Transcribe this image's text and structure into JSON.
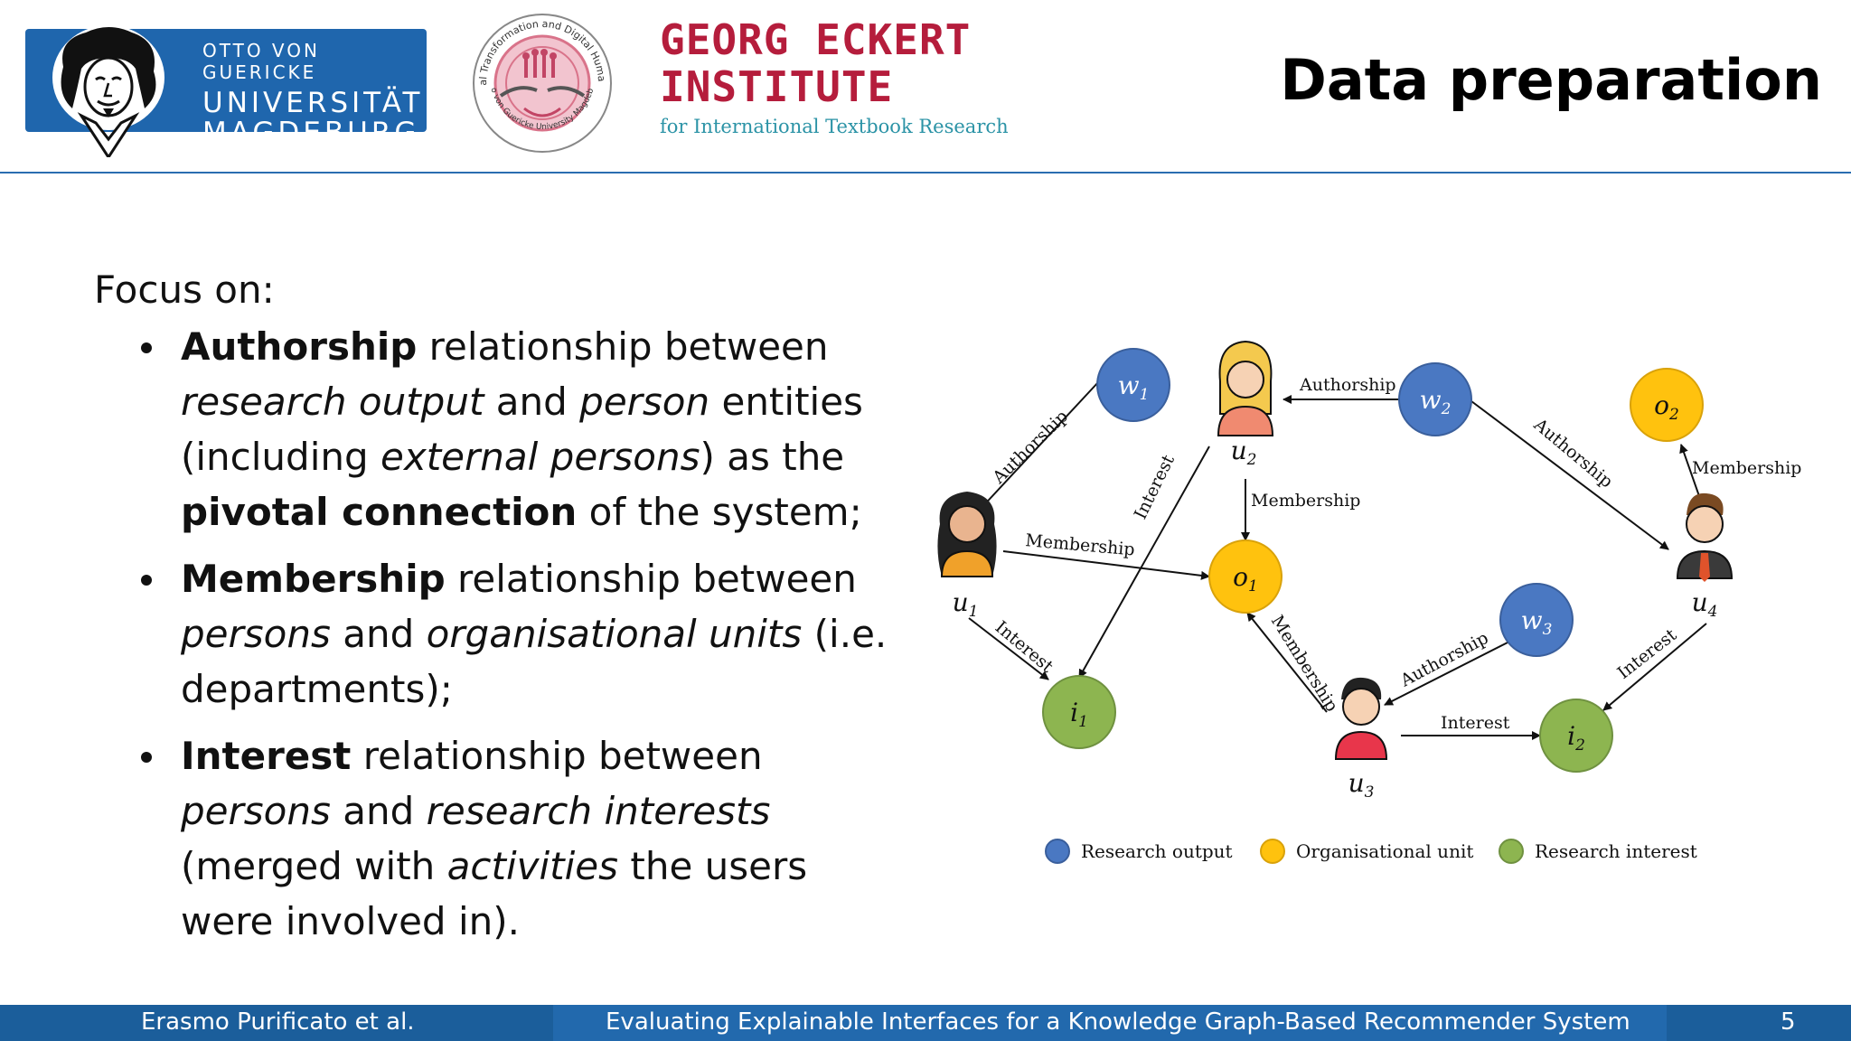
{
  "header": {
    "ovgu_line1": "OTTO VON GUERICKE",
    "ovgu_line2": "UNIVERSITÄT",
    "ovgu_line3": "MAGDEBURG",
    "seal_text_top": "Digital Transformation and Digital Humanities",
    "seal_text_bottom": "Otto von Guericke University Magdeburg",
    "gei_line1": "GEORG ECKERT",
    "gei_line2": "INSTITUTE",
    "gei_sub": "for International Textbook Research",
    "title": "Data preparation"
  },
  "content": {
    "intro": "Focus on:",
    "bullets": [
      {
        "b1": "Authorship",
        "t1": " relationship between ",
        "i1": "research output",
        "t2": " and ",
        "i2": "person",
        "t3": " entities (including ",
        "i3": "external persons",
        "t4": ") as the ",
        "b2": "pivotal connection",
        "t5": " of the system;"
      },
      {
        "b1": "Membership",
        "t1": " relationship between ",
        "i1": "persons",
        "t2": " and ",
        "i2": "organisational units",
        "t3": " (i.e. departments);"
      },
      {
        "b1": "Interest",
        "t1": " relationship between ",
        "i1": "persons",
        "t2": " and ",
        "i2": "research interests",
        "t3": " (merged with ",
        "i3": "activities",
        "t4": " the users were involved in)."
      }
    ]
  },
  "diagram": {
    "colors": {
      "research_output": "#4a78c2",
      "organisational_unit": "#ffc20e",
      "research_interest": "#8db550",
      "edge": "#111111"
    },
    "nodes": {
      "w1": "w",
      "w1_sub": "1",
      "w2": "w",
      "w2_sub": "2",
      "w3": "w",
      "w3_sub": "3",
      "o1": "o",
      "o1_sub": "1",
      "o2": "o",
      "o2_sub": "2",
      "i1": "i",
      "i1_sub": "1",
      "i2": "i",
      "i2_sub": "2",
      "u1": "u",
      "u1_sub": "1",
      "u2": "u",
      "u2_sub": "2",
      "u3": "u",
      "u3_sub": "3",
      "u4": "u",
      "u4_sub": "4"
    },
    "edges": {
      "w1_u1": "Authorship",
      "w2_u2": "Authorship",
      "w2_u4": "Authorship",
      "w3_u3": "Authorship",
      "u1_o1": "Membership",
      "u2_o1": "Membership",
      "u3_o1": "Membership",
      "u4_o2": "Membership",
      "u1_i1": "Interest",
      "u2_i1": "Interest",
      "u3_i2": "Interest",
      "u4_i2": "Interest"
    },
    "legend": {
      "research_output": "Research output",
      "organisational_unit": "Organisational unit",
      "research_interest": "Research interest"
    }
  },
  "footer": {
    "author": "Erasmo Purificato et al.",
    "talk_title": "Evaluating Explainable Interfaces for a Knowledge Graph-Based Recommender System",
    "page": "5"
  }
}
